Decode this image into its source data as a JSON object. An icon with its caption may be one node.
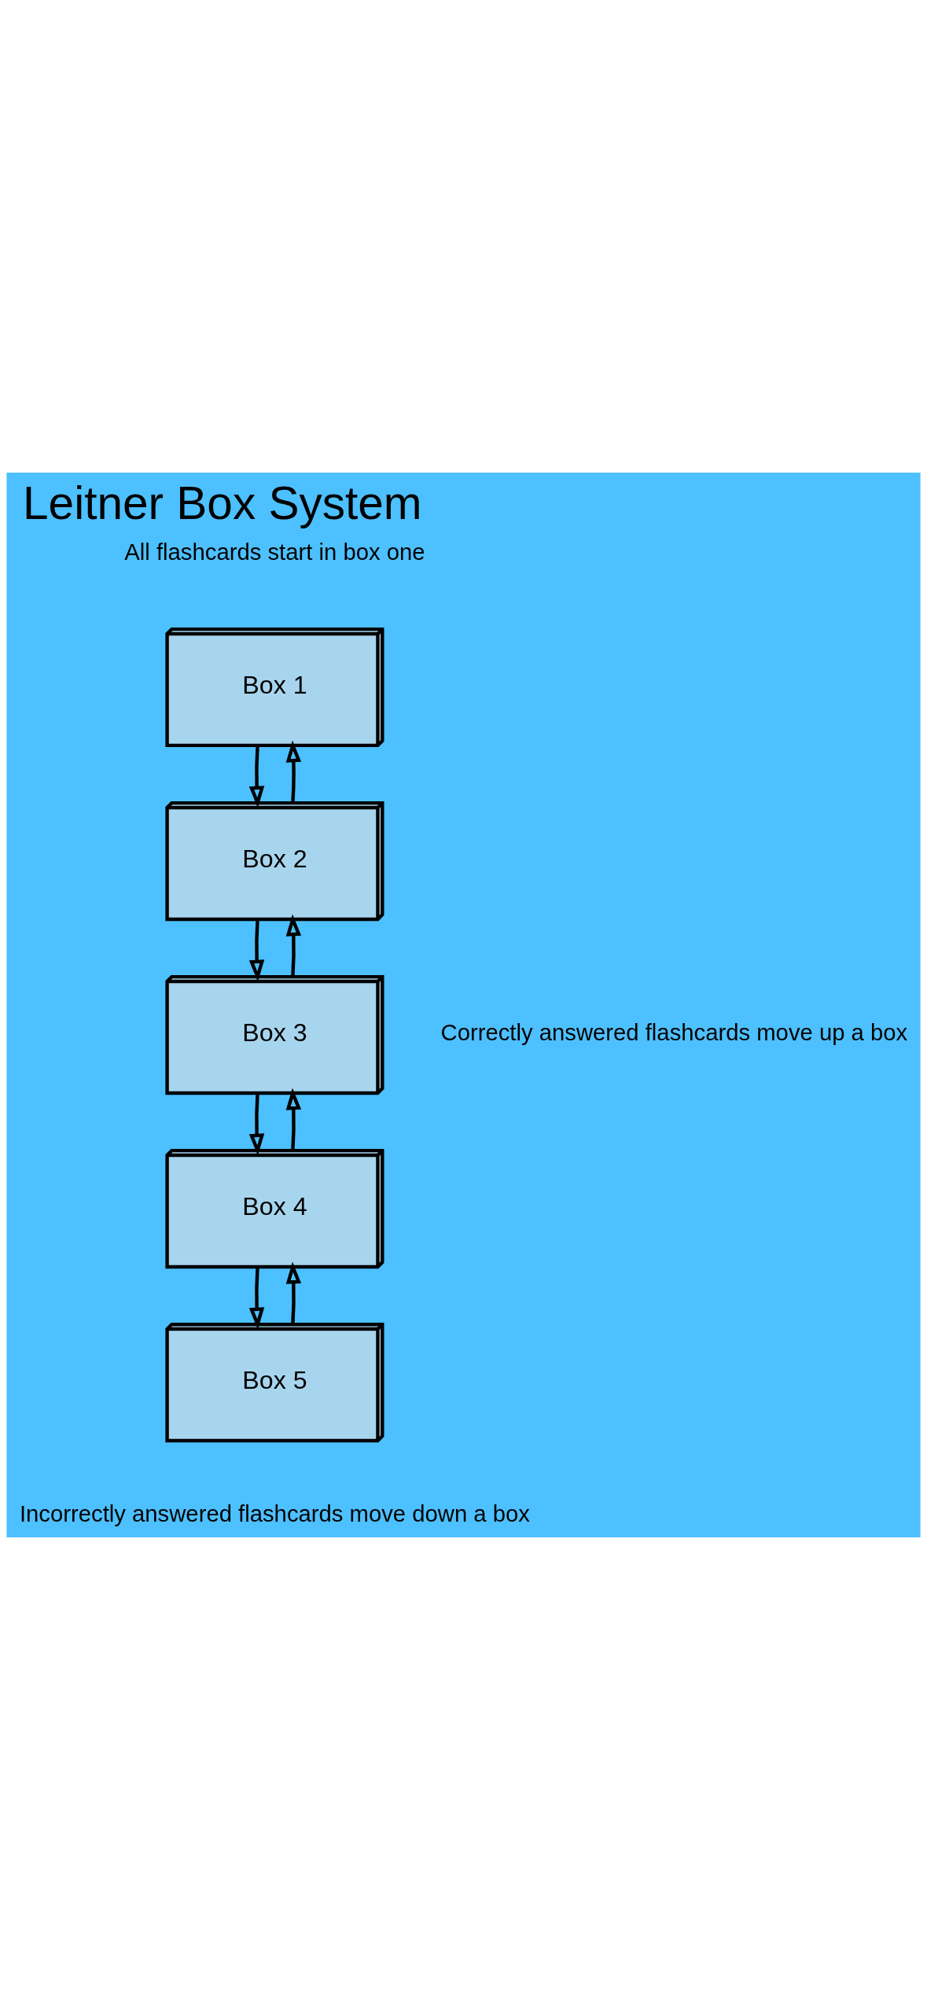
{
  "diagram": {
    "title": "Leitner Box System",
    "nodes": [
      {
        "text": [
          "Box 1"
        ]
      },
      {
        "text": [
          "Box 2"
        ]
      },
      {
        "text": [
          "Box 3"
        ]
      },
      {
        "text": [
          "Box 4"
        ]
      },
      {
        "text": [
          "Box 5"
        ]
      }
    ],
    "edges": [
      {
        "from": 0,
        "to": 1,
        "arrow": "to"
      },
      {
        "from": 1,
        "to": 0,
        "arrow": "to"
      },
      {
        "from": 1,
        "to": 2,
        "arrow": "to"
      },
      {
        "from": 2,
        "to": 1,
        "arrow": "to"
      },
      {
        "from": 2,
        "to": 3,
        "arrow": "to"
      },
      {
        "from": 3,
        "to": 2,
        "arrow": "to"
      },
      {
        "from": 3,
        "to": 4,
        "arrow": "to"
      },
      {
        "from": 4,
        "to": 3,
        "arrow": "to"
      }
    ],
    "labels": [
      "All flashcards start in box one",
      "Correctly answered flashcards move up a box",
      "Incorrectly answered flashcards move down a box"
    ]
  }
}
